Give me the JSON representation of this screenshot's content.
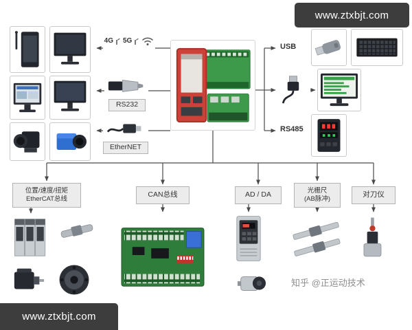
{
  "watermarks": {
    "top_right": "www.ztxbjt.com",
    "bottom_left": "www.ztxbjt.com"
  },
  "credit": "知乎 @正运动技术",
  "wireless": {
    "g4": "4G",
    "g5": "5G"
  },
  "ports": {
    "rs232": "RS232",
    "ethernet": "EtherNET",
    "usb": "USB",
    "rs485": "RS485"
  },
  "buses": {
    "ethercat": {
      "line1": "位置/速度/扭矩",
      "line2": "EtherCAT总线"
    },
    "can": {
      "label": "CAN总线"
    },
    "adda": {
      "label": "AD / DA"
    },
    "scale": {
      "line1": "光栅尺",
      "line2": "(AB脉冲)"
    },
    "tool": {
      "label": "对刀仪"
    }
  },
  "devices": {
    "left": [
      "smartphone",
      "monitor",
      "hmi-touch-panel",
      "monitor",
      "industrial-camera",
      "industrial-camera-blue"
    ],
    "center": "motion-controller",
    "right": [
      "usb-flash-drive",
      "keyboard",
      "usb-cable",
      "pc-monitor",
      "temperature-controller"
    ],
    "bottom": [
      "servo-drive-stack",
      "linear-module",
      "servo-motor",
      "flange-motor",
      "can-io-board",
      "inverter",
      "dc-motor",
      "linear-scales",
      "tool-setter"
    ]
  },
  "colors": {
    "banner": "#3d3d3d",
    "line": "#4a4a4a",
    "pcb_green": "#2f7d3a",
    "controller_red": "#cc4238",
    "camera_blue": "#2f6fd0"
  }
}
